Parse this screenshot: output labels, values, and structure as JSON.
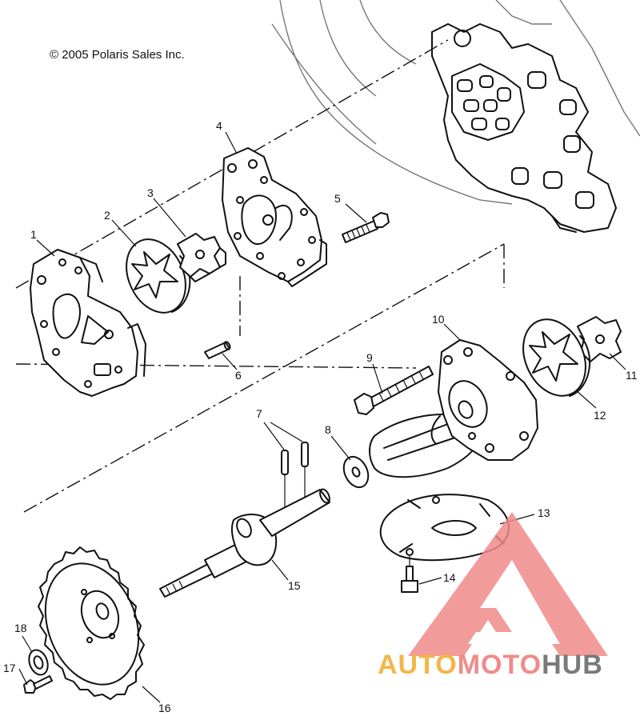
{
  "copyright": "© 2005 Polaris Sales Inc.",
  "callouts": [
    {
      "id": "1",
      "label": "1"
    },
    {
      "id": "2",
      "label": "2"
    },
    {
      "id": "3",
      "label": "3"
    },
    {
      "id": "4",
      "label": "4"
    },
    {
      "id": "5",
      "label": "5"
    },
    {
      "id": "6",
      "label": "6"
    },
    {
      "id": "7",
      "label": "7"
    },
    {
      "id": "8",
      "label": "8"
    },
    {
      "id": "9",
      "label": "9"
    },
    {
      "id": "10",
      "label": "10"
    },
    {
      "id": "11",
      "label": "11"
    },
    {
      "id": "12",
      "label": "12"
    },
    {
      "id": "13",
      "label": "13"
    },
    {
      "id": "14",
      "label": "14"
    },
    {
      "id": "15",
      "label": "15"
    },
    {
      "id": "16",
      "label": "16"
    },
    {
      "id": "17",
      "label": "17"
    },
    {
      "id": "18",
      "label": "18"
    }
  ],
  "watermark": {
    "part1": "AUTO",
    "part2": "MOTO",
    "part3": "HUB",
    "color_yellow": "#f3b64a",
    "color_red": "#f08a8a",
    "color_gray": "#7a7a7a"
  }
}
